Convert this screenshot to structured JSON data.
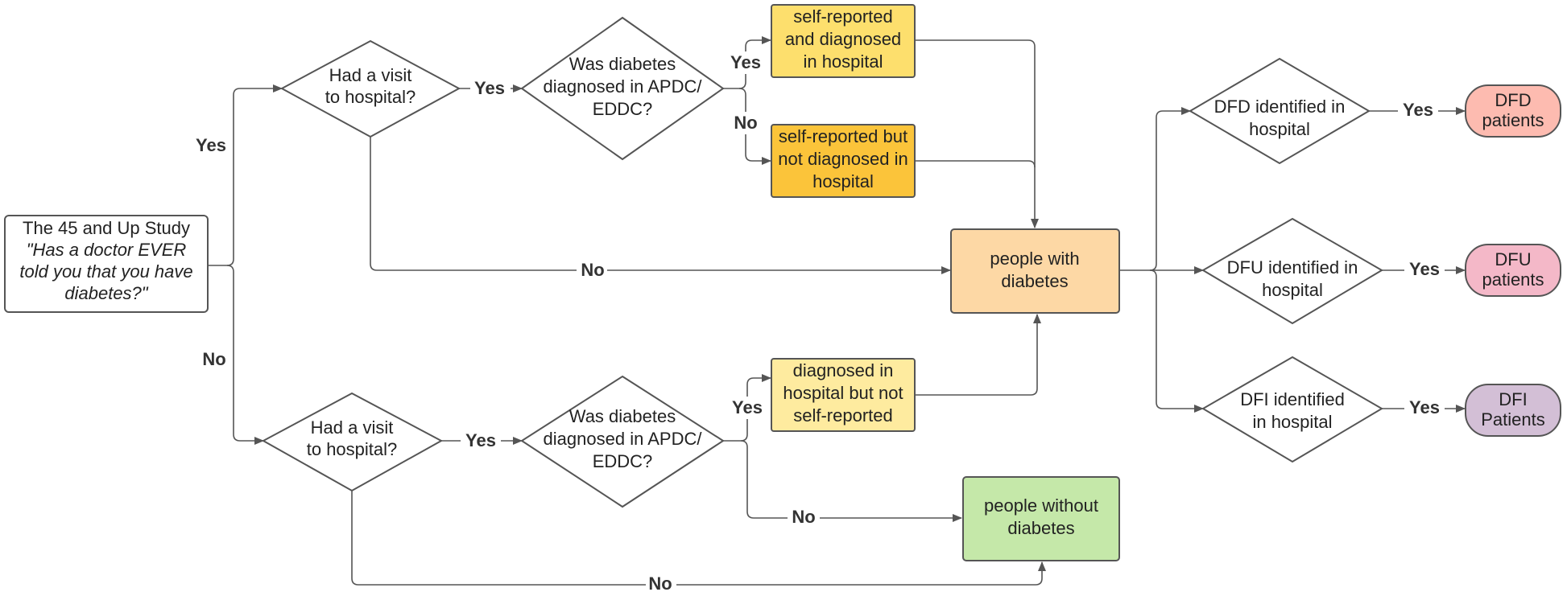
{
  "nodes": {
    "start": {
      "line1": "The 45 and Up Study",
      "line2": "\"Has a doctor EVER",
      "line3": "told you that you have",
      "line4": "diabetes?\""
    },
    "visit_top": {
      "line1": "Had a visit",
      "line2": "to hospital?"
    },
    "diag_top": {
      "line1": "Was diabetes",
      "line2": "diagnosed in APDC/",
      "line3": "EDDC?"
    },
    "self_diag": {
      "line1": "self-reported",
      "line2": "and diagnosed",
      "line3": "in hospital"
    },
    "self_not_diag": {
      "line1": "self-reported but",
      "line2": "not diagnosed in",
      "line3": "hospital"
    },
    "people_with": {
      "line1": "people with",
      "line2": "diabetes"
    },
    "visit_bottom": {
      "line1": "Had a visit",
      "line2": "to hospital?"
    },
    "diag_bottom": {
      "line1": "Was diabetes",
      "line2": "diagnosed in APDC/",
      "line3": "EDDC?"
    },
    "diag_not_self": {
      "line1": "diagnosed in",
      "line2": "hospital but not",
      "line3": "self-reported"
    },
    "people_without": {
      "line1": "people without",
      "line2": "diabetes"
    },
    "dfd_q": {
      "line1": "DFD identified in",
      "line2": "hospital"
    },
    "dfu_q": {
      "line1": "DFU identified in",
      "line2": "hospital"
    },
    "dfi_q": {
      "line1": "DFI identified",
      "line2": "in hospital"
    },
    "dfd_p": {
      "line1": "DFD",
      "line2": "patients"
    },
    "dfu_p": {
      "line1": "DFU",
      "line2": "patients"
    },
    "dfi_p": {
      "line1": "DFI",
      "line2": "Patients"
    }
  },
  "labels": {
    "yes_start": "Yes",
    "no_start": "No",
    "yes_visit_top": "Yes",
    "no_visit_top": "No",
    "yes_diag_top": "Yes",
    "no_diag_top": "No",
    "yes_visit_bottom": "Yes",
    "no_visit_bottom": "No",
    "yes_diag_bottom": "Yes",
    "no_diag_bottom": "No",
    "yes_dfd": "Yes",
    "yes_dfu": "Yes",
    "yes_dfi": "Yes"
  },
  "colors": {
    "self_diag": "#FDDF6D",
    "self_not_diag": "#FBC43A",
    "people_with": "#FDD8A5",
    "diag_not_self": "#FEEB9F",
    "people_without": "#C5E8A9",
    "dfd_p": "#FDBBB0",
    "dfu_p": "#F4B8C8",
    "dfi_p": "#D3BFD6"
  }
}
